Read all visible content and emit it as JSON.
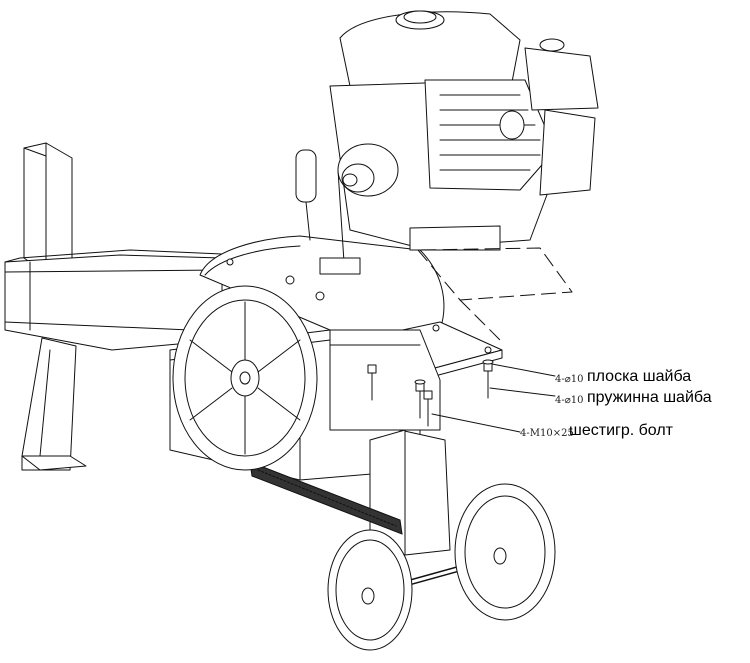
{
  "callouts": [
    {
      "spec": "4-⌀10",
      "label": "плоска шайба"
    },
    {
      "spec": "4-⌀10",
      "label": "пружинна шайба"
    },
    {
      "spec": "4-M10×25",
      "label": "шестигр. болт"
    }
  ],
  "colors": {
    "line": "#111111",
    "background": "#ffffff",
    "belt": "#333333"
  }
}
